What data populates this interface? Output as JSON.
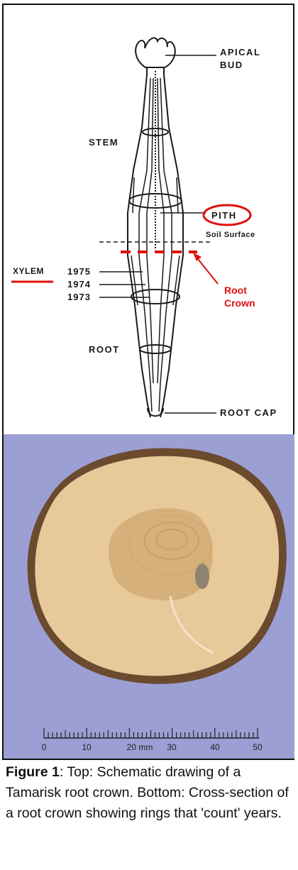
{
  "diagram": {
    "labels": {
      "apical_bud": [
        "APICAL",
        "BUD"
      ],
      "stem": "STEM",
      "pith": "PITH",
      "soil_surface": "Soil Surface",
      "xylem": "XYLEM",
      "years": [
        "1975",
        "1974",
        "1973"
      ],
      "root_crown": [
        "Root",
        "Crown"
      ],
      "root": "ROOT",
      "root_cap": "ROOT CAP"
    },
    "colors": {
      "highlight": "#e01010",
      "photo_background": "#9b9fd4",
      "wood": "#e8c99a",
      "bark": "#6b4a2e"
    }
  },
  "photo": {
    "scale_ticks": [
      "0",
      "10",
      "20 mm",
      "30",
      "40",
      "50"
    ]
  },
  "caption": {
    "figure_label": "Figure 1",
    "text": ": Top: Schematic drawing of a  Tamarisk root crown. Bottom: Cross-section of a root crown showing rings that 'count' years."
  }
}
